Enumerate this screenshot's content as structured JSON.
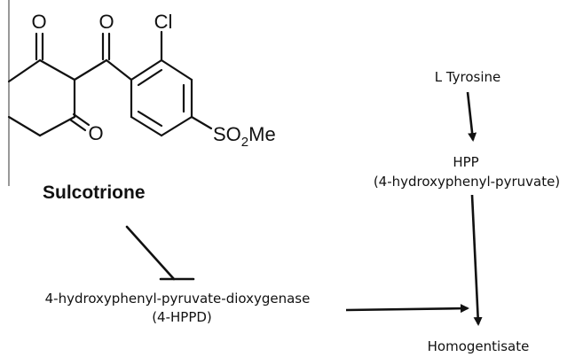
{
  "molecule": {
    "name": "Sulcotrione",
    "atoms": {
      "o_top_left": "O",
      "o_top_mid": "O",
      "o_bottom": "O",
      "cl": "Cl",
      "so2_prefix": "SO",
      "so2_sub": "2",
      "so2_suffix": "Me"
    }
  },
  "pathway": {
    "tyrosine": "L Tyrosine",
    "hpp": "HPP",
    "hpp_full": "(4-hydroxyphenyl-pyruvate)",
    "enzyme": "4-hydroxyphenyl-pyruvate-dioxygenase",
    "enzyme_abbr": "(4-HPPD)",
    "product": "Homogentisate"
  },
  "colors": {
    "ink": "#111111",
    "background": "#ffffff"
  }
}
